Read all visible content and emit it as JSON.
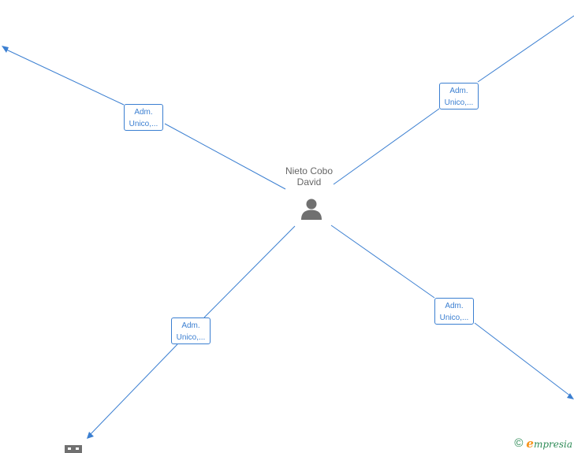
{
  "person": {
    "name_line1": "Nieto Cobo",
    "name_line2": "David",
    "icon": "person-icon"
  },
  "edges": [
    {
      "id": "top-left",
      "label_line1": "Adm.",
      "label_line2": "Unico,..."
    },
    {
      "id": "top-right",
      "label_line1": "Adm.",
      "label_line2": "Unico,..."
    },
    {
      "id": "bottom-left",
      "label_line1": "Adm.",
      "label_line2": "Unico,..."
    },
    {
      "id": "bottom-right",
      "label_line1": "Adm.",
      "label_line2": "Unico,..."
    }
  ],
  "company_icon": "building-icon",
  "brand": {
    "copyright_symbol": "©",
    "initial": "e",
    "name": "mpresia"
  },
  "colors": {
    "edge": "#3b7fd1",
    "node_icon": "#707070",
    "label_text": "#666666",
    "brand_green": "#2e8b57",
    "brand_orange": "#f7941d"
  }
}
